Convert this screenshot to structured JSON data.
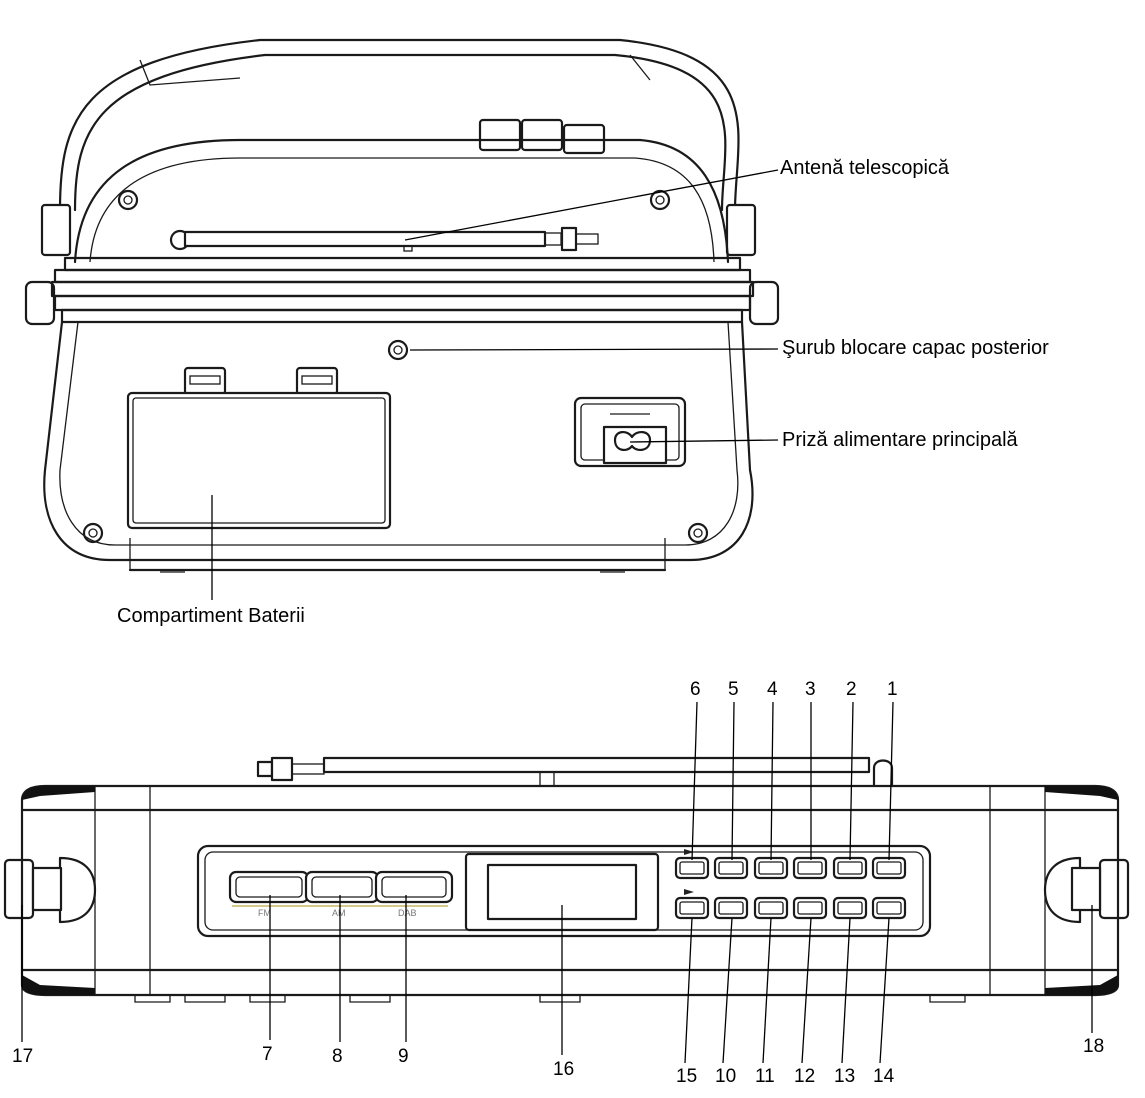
{
  "rear_view": {
    "callouts": {
      "antenna": "Antenă telescopică",
      "screw": "Şurub blocare capac posterior",
      "power_socket": "Priză alimentare principală",
      "battery": "Compartiment Baterii"
    }
  },
  "top_view": {
    "numbers": [
      "1",
      "2",
      "3",
      "4",
      "5",
      "6",
      "7",
      "8",
      "9",
      "10",
      "11",
      "12",
      "13",
      "14",
      "15",
      "16",
      "17",
      "18"
    ],
    "button_marks": {
      "fm": "FM",
      "am": "AM",
      "dab": "DAB"
    }
  }
}
